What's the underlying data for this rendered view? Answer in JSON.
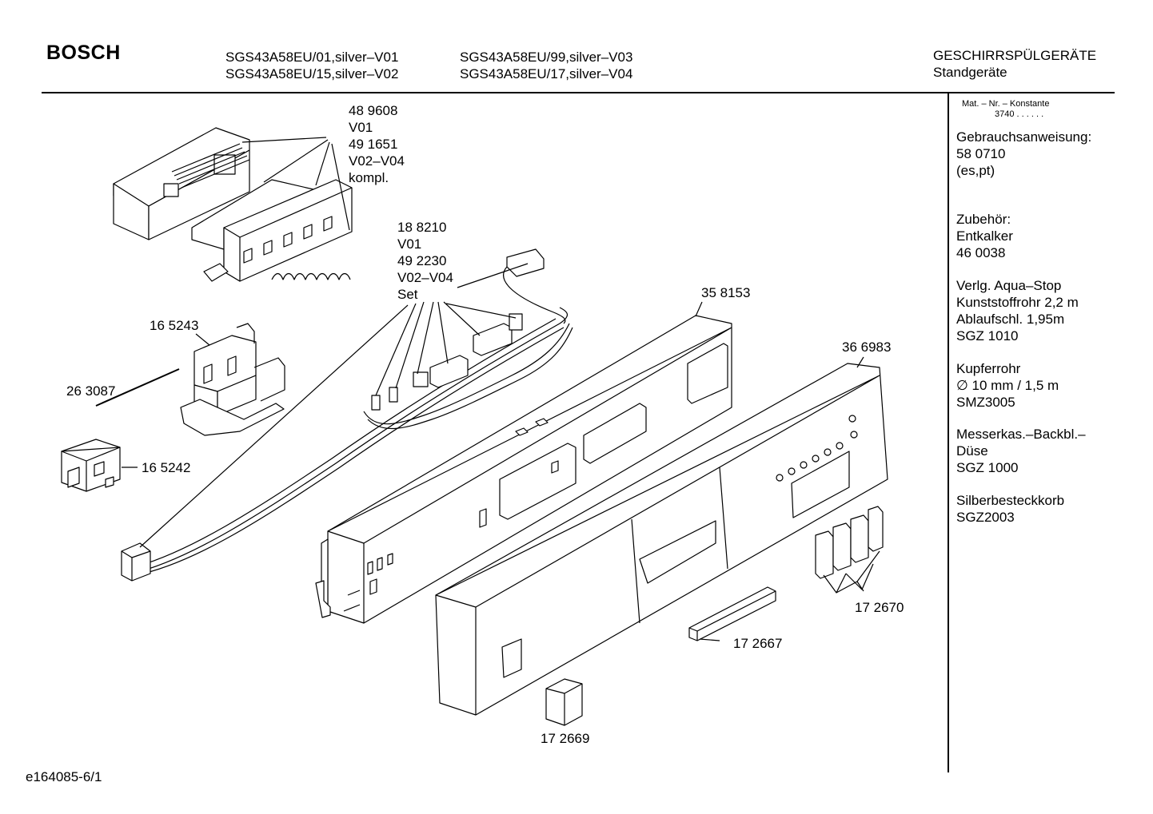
{
  "header": {
    "brand": "BOSCH",
    "models_col1": [
      "SGS43A58EU/01,silver–V01",
      "SGS43A58EU/15,silver–V02"
    ],
    "models_col2": [
      "SGS43A58EU/99,silver–V03",
      "SGS43A58EU/17,silver–V04"
    ],
    "category": [
      "GESCHIRRSPÜLGERÄTE",
      "Standgeräte"
    ]
  },
  "sidebar": {
    "mat_nr": [
      "Mat. – Nr. – Konstante",
      "3740 . .  . . . ."
    ],
    "blocks": [
      [
        "Gebrauchsanweisung:",
        "58 0710",
        "(es,pt)"
      ],
      [
        "Zubehör:",
        "Entkalker",
        "46 0038"
      ],
      [
        "Verlg. Aqua–Stop",
        "Kunststoffrohr 2,2 m",
        "Ablaufschl. 1,95m",
        "SGZ 1010"
      ],
      [
        "Kupferrohr",
        "∅ 10 mm / 1,5 m",
        "SMZ3005"
      ],
      [
        "Messerkas.–Backbl.–",
        "Düse",
        "SGZ 1000"
      ],
      [
        "Silberbesteckkorb",
        "SGZ2003"
      ]
    ]
  },
  "parts": {
    "p489608": [
      "48 9608",
      "V01",
      "49 1651",
      "V02–V04",
      "kompl."
    ],
    "p188210": [
      "18 8210",
      "V01",
      "49 2230",
      "V02–V04",
      "Set"
    ],
    "p165243": "16 5243",
    "p263087": "26 3087",
    "p165242": "16 5242",
    "p358153": "35 8153",
    "p366983": "36 6983",
    "p172670": "17 2670",
    "p172667": "17 2667",
    "p172669": "17 2669"
  },
  "footer": {
    "code": "e164085-6/1"
  }
}
